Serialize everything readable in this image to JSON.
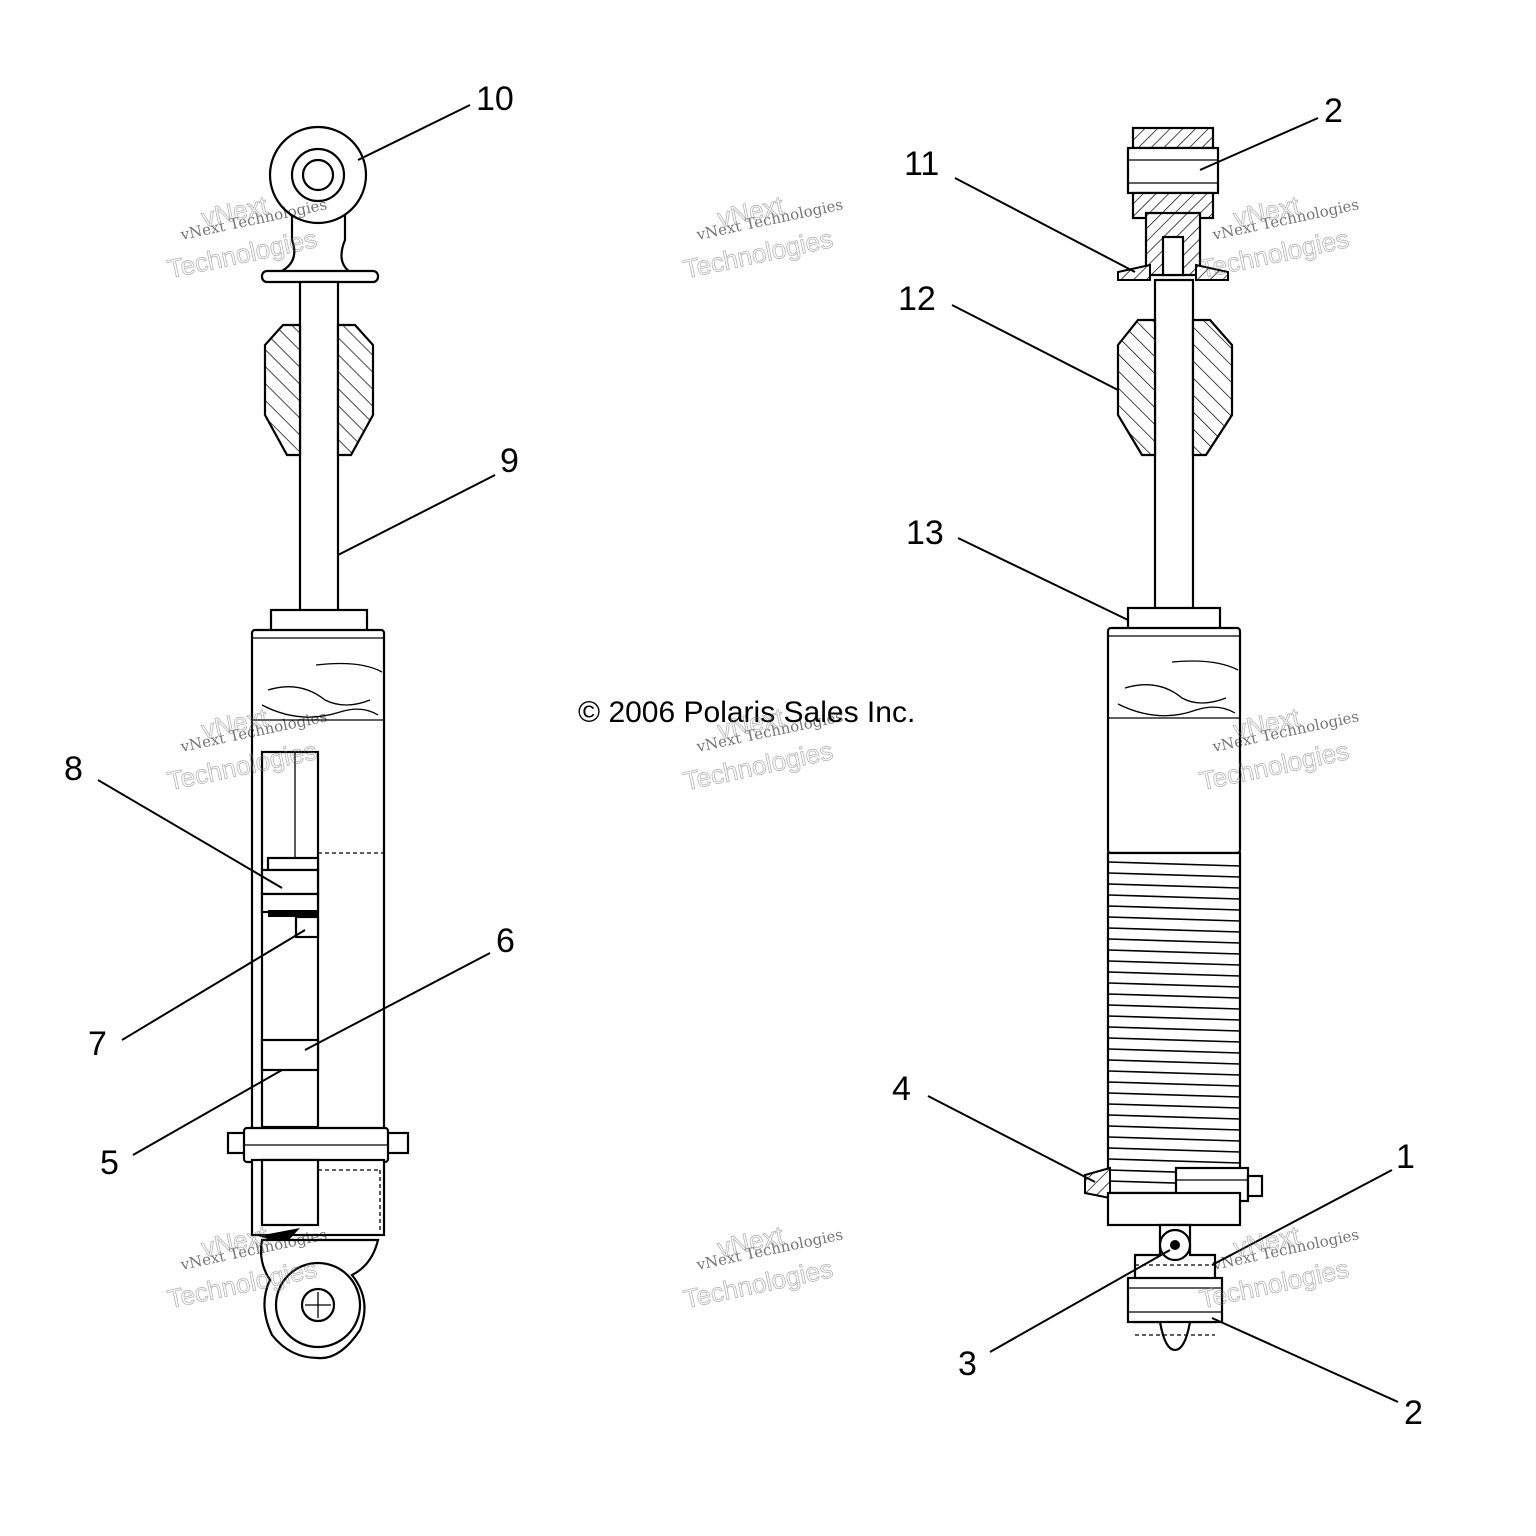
{
  "copyright": "© 2006 Polaris Sales Inc.",
  "watermark": {
    "line1": "vNext Technologies",
    "line2": "vNext",
    "line3": "Technologies"
  },
  "callouts": {
    "c1": "1",
    "c2a": "2",
    "c2b": "2",
    "c3": "3",
    "c4": "4",
    "c5": "5",
    "c6": "6",
    "c7": "7",
    "c8": "8",
    "c9": "9",
    "c10": "10",
    "c11": "11",
    "c12": "12",
    "c13": "13"
  }
}
